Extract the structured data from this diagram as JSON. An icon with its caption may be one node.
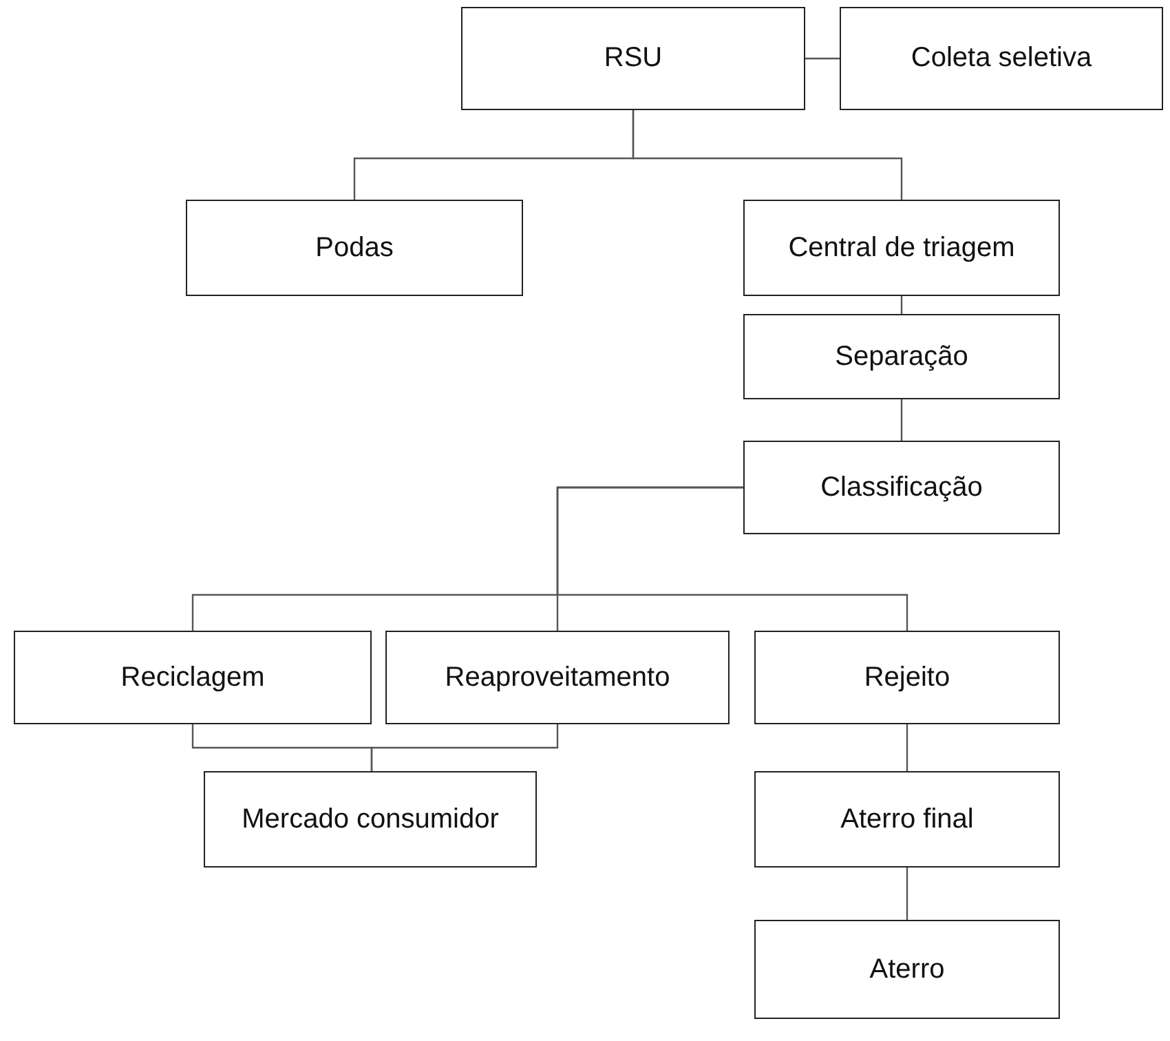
{
  "diagram": {
    "nodes": [
      {
        "text": [
          "RSU"
        ]
      },
      {
        "text": [
          "Coleta seletiva"
        ]
      },
      {
        "text": [
          "Podas"
        ]
      },
      {
        "text": [
          "Central de triagem"
        ]
      },
      {
        "text": [
          "Separação"
        ]
      },
      {
        "text": [
          "Classificação"
        ]
      },
      {
        "text": [
          "Reciclagem"
        ]
      },
      {
        "text": [
          "Reaproveitamento"
        ]
      },
      {
        "text": [
          "Rejeito"
        ]
      },
      {
        "text": [
          "Mercado consumidor"
        ]
      },
      {
        "text": [
          "Aterro final"
        ]
      },
      {
        "text": [
          "Aterro"
        ]
      }
    ],
    "edges": [
      {
        "from": 0,
        "to": 1,
        "arrow": "none"
      },
      {
        "from": 0,
        "to": 2,
        "arrow": "none"
      },
      {
        "from": 0,
        "to": 3,
        "arrow": "none"
      },
      {
        "from": 3,
        "to": 4,
        "arrow": "none"
      },
      {
        "from": 4,
        "to": 5,
        "arrow": "none"
      },
      {
        "from": 5,
        "to": 6,
        "arrow": "none"
      },
      {
        "from": 5,
        "to": 7,
        "arrow": "none"
      },
      {
        "from": 5,
        "to": 8,
        "arrow": "none"
      },
      {
        "from": 6,
        "to": 9,
        "arrow": "none"
      },
      {
        "from": 7,
        "to": 9,
        "arrow": "none"
      },
      {
        "from": 8,
        "to": 10,
        "arrow": "none"
      },
      {
        "from": 10,
        "to": 11,
        "arrow": "none"
      }
    ]
  }
}
